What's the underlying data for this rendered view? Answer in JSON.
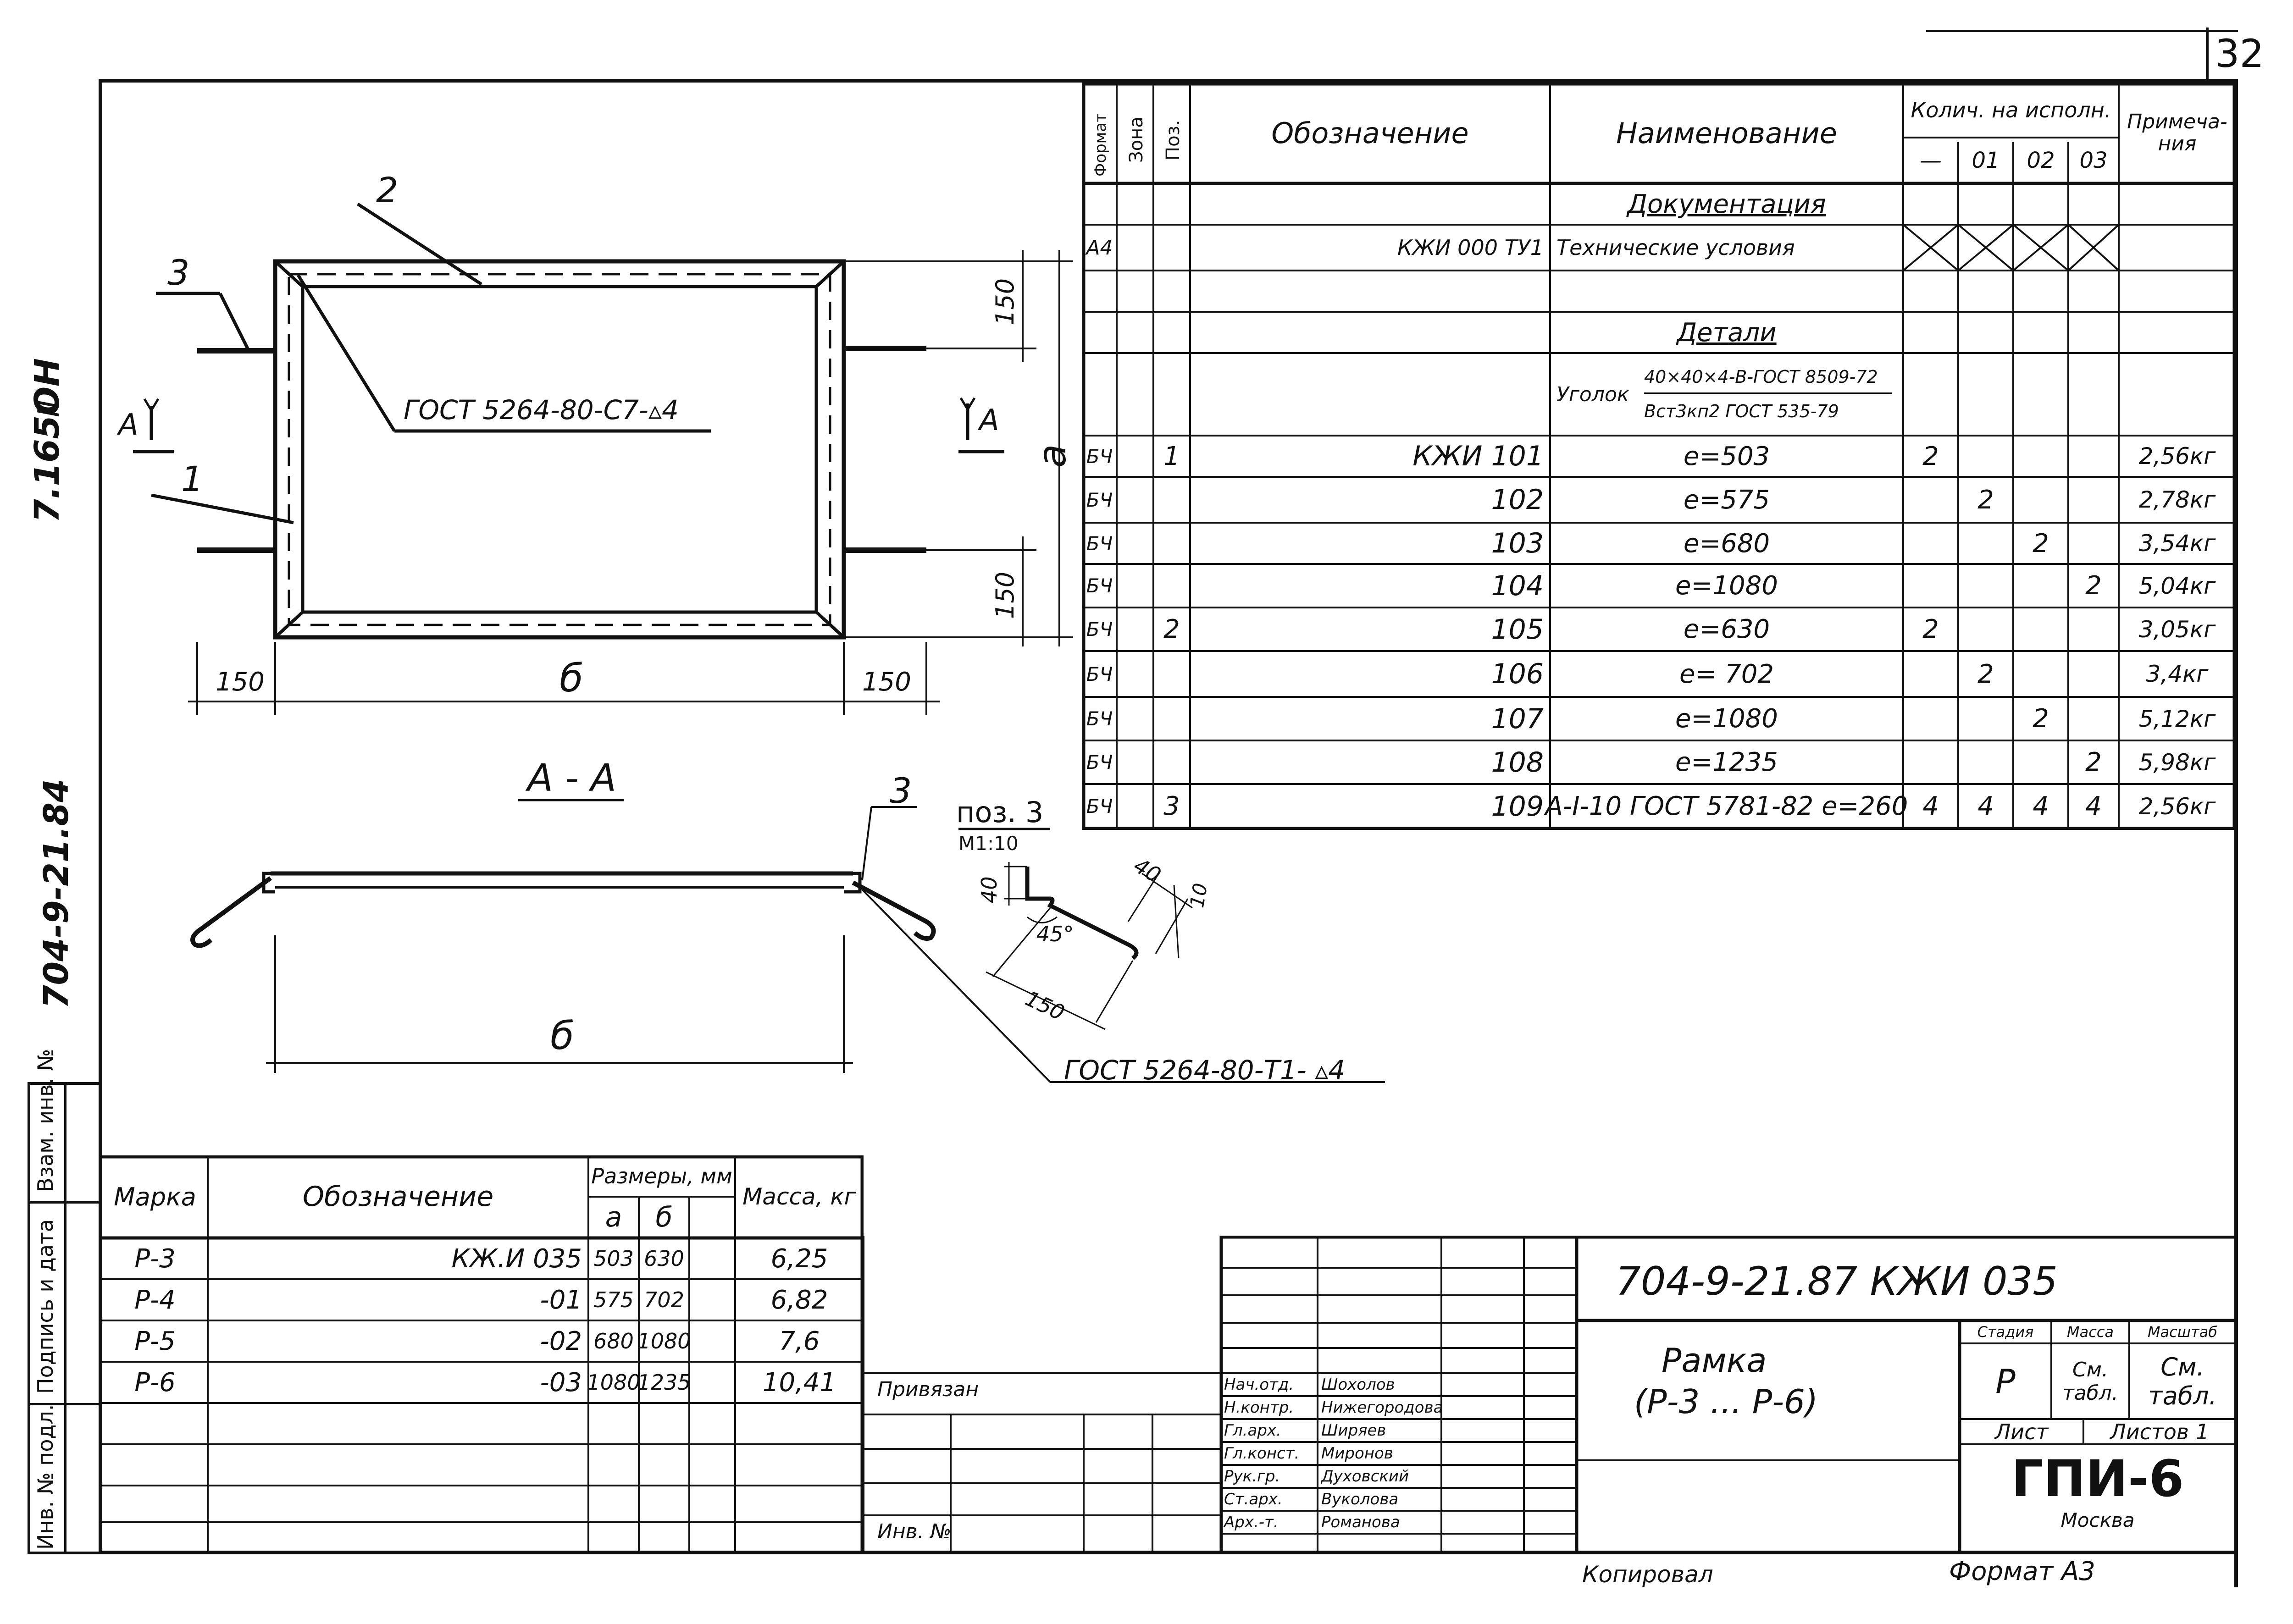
{
  "sheet_number": "32",
  "margin_texts": {
    "left_top": "7.165ОН",
    "left_top_mark": "II",
    "left_mid": "704-9-21.84"
  },
  "side_strip": [
    "Инв. № подл.",
    "Подпись и дата",
    "Взам. инв. №"
  ],
  "drawing": {
    "pos2": "2",
    "pos3": "3",
    "pos1": "1",
    "weld_note_1": "ГОСТ 5264-80-С7-▵4",
    "section_marker": "А",
    "dim_150_top": "150",
    "dim_150_bottom": "150",
    "dim_a": "а",
    "dim_left_150": "150",
    "dim_b": "б",
    "dim_right_150": "150",
    "section_title": "А - А",
    "section_pos3": "3",
    "pos3_detail_title": "поз. 3",
    "pos3_detail_scale": "М1:10",
    "det_40_a": "40",
    "det_40_b": "40",
    "det_10": "10",
    "det_45": "45°",
    "det_150": "150",
    "dim_b_section": "б",
    "weld_note_2": "ГОСТ 5264-80-Т1- ▵4"
  },
  "spec": {
    "headers": {
      "format": "Формат",
      "zone": "Зона",
      "pos": "Поз.",
      "designation": "Обозначение",
      "name": "Наименование",
      "qty": "Колич. на исполн.",
      "q0": "—",
      "q1": "01",
      "q2": "02",
      "q3": "03",
      "note": "Примеча-ния"
    },
    "rows": [
      {
        "format": "",
        "pos": "",
        "designation": "",
        "name": "Документация",
        "q": [
          "",
          "",
          "",
          ""
        ],
        "note": ""
      },
      {
        "format": "А4",
        "pos": "",
        "designation": "КЖИ 000 ТУ1",
        "name": "Технические условия",
        "q": [
          "",
          "",
          "",
          ""
        ],
        "note": ""
      },
      {
        "format": "",
        "pos": "",
        "designation": "",
        "name": "",
        "q": [
          "",
          "",
          "",
          ""
        ],
        "note": ""
      },
      {
        "format": "",
        "pos": "",
        "designation": "",
        "name": "Детали",
        "q": [
          "",
          "",
          "",
          ""
        ],
        "note": ""
      },
      {
        "format": "",
        "pos": "",
        "designation": "",
        "name": "Уголок",
        "q": [
          "",
          "",
          "",
          ""
        ],
        "note": ""
      },
      {
        "format": "БЧ",
        "pos": "1",
        "designation": "КЖИ 101",
        "name": "е=503",
        "q": [
          "2",
          "",
          "",
          ""
        ],
        "note": "2,56кг"
      },
      {
        "format": "БЧ",
        "pos": "",
        "designation": "102",
        "name": "е=575",
        "q": [
          "",
          "2",
          "",
          ""
        ],
        "note": "2,78кг"
      },
      {
        "format": "БЧ",
        "pos": "",
        "designation": "103",
        "name": "е=680",
        "q": [
          "",
          "",
          "2",
          ""
        ],
        "note": "3,54кг"
      },
      {
        "format": "БЧ",
        "pos": "",
        "designation": "104",
        "name": "е=1080",
        "q": [
          "",
          "",
          "",
          "2"
        ],
        "note": "5,04кг"
      },
      {
        "format": "БЧ",
        "pos": "2",
        "designation": "105",
        "name": "е=630",
        "q": [
          "2",
          "",
          "",
          ""
        ],
        "note": "3,05кг"
      },
      {
        "format": "БЧ",
        "pos": "",
        "designation": "106",
        "name": "е= 702",
        "q": [
          "",
          "2",
          "",
          ""
        ],
        "note": "3,4кг"
      },
      {
        "format": "БЧ",
        "pos": "",
        "designation": "107",
        "name": "е=1080",
        "q": [
          "",
          "",
          "2",
          ""
        ],
        "note": "5,12кг"
      },
      {
        "format": "БЧ",
        "pos": "",
        "designation": "108",
        "name": "е=1235",
        "q": [
          "",
          "",
          "",
          "2"
        ],
        "note": "5,98кг"
      },
      {
        "format": "БЧ",
        "pos": "3",
        "designation": "109",
        "name": "А-I-10 ГОСТ 5781-82  е=260",
        "q": [
          "4",
          "4",
          "4",
          "4"
        ],
        "note": "2,56кг"
      }
    ],
    "angle_spec_top": "40×40×4-В-ГОСТ 8509-72",
    "angle_spec_bottom": "Вст3кп2 ГОСТ 535-79"
  },
  "marks": {
    "headers": {
      "mark": "Марка",
      "designation": "Обозначение",
      "sizes": "Размеры, мм",
      "a": "а",
      "b": "б",
      "mass": "Масса, кг"
    },
    "rows": [
      {
        "mark": "Р-3",
        "designation": "КЖ.И 035",
        "a": "503",
        "b": "630",
        "mass": "6,25"
      },
      {
        "mark": "Р-4",
        "designation": "-01",
        "a": "575",
        "b": "702",
        "mass": "6,82"
      },
      {
        "mark": "Р-5",
        "designation": "-02",
        "a": "680",
        "b": "1080",
        "mass": "7,6"
      },
      {
        "mark": "Р-6",
        "designation": "-03",
        "a": "1080",
        "b": "1235",
        "mass": "10,41"
      }
    ]
  },
  "title_block": {
    "privyazan": "Привязан",
    "inv": "Инв. №",
    "code": "704-9-21.87   КЖИ 035",
    "title_line1": "Рамка",
    "title_line2": "(Р-3 ... Р-6)",
    "stage_label": "Стадия",
    "mass_label": "Масса",
    "scale_label": "Масштаб",
    "stage": "Р",
    "mass": "См. табл.",
    "scale": "См. табл.",
    "sheet_label": "Лист",
    "sheets_label": "Листов 1",
    "org": "ГПИ-6",
    "city": "Москва",
    "people": [
      {
        "role": "Нач.отд.",
        "name": "Шохолов"
      },
      {
        "role": "Н.контр.",
        "name": "Нижегородова"
      },
      {
        "role": "Гл.арх.",
        "name": "Ширяев"
      },
      {
        "role": "Гл.конст.",
        "name": "Миронов"
      },
      {
        "role": "Рук.гр.",
        "name": "Духовский"
      },
      {
        "role": "Ст.арх.",
        "name": "Вуколова"
      },
      {
        "role": "Арх.-т.",
        "name": "Романова"
      }
    ],
    "copied": "Копировал",
    "format": "Формат А3"
  }
}
